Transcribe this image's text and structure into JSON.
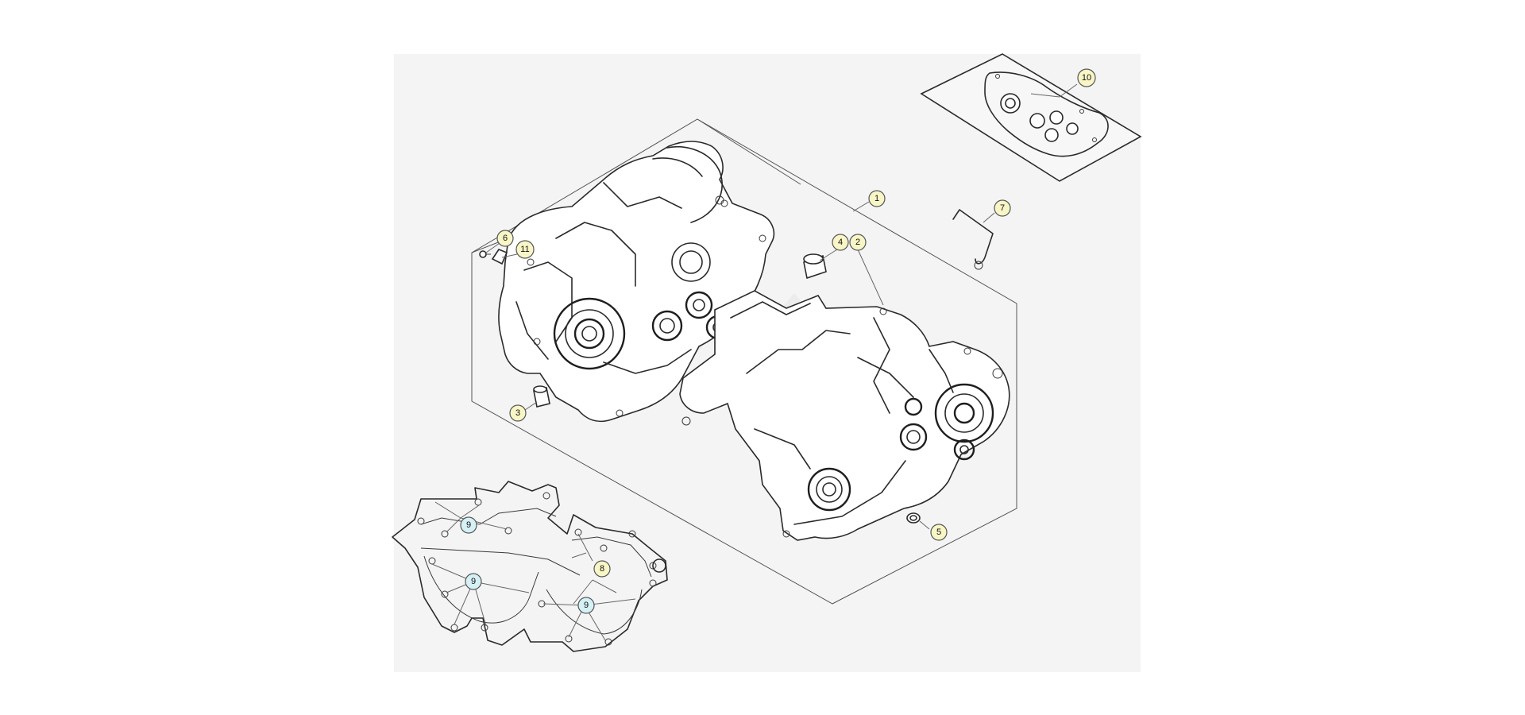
{
  "diagram": {
    "colors": {
      "background": "#ffffff",
      "panel": "#f4f4f4",
      "line": "#2a2a2a",
      "callout_yellow": "#f8f6c6",
      "callout_blue": "#d6f1f6",
      "callout_stroke": "#555555"
    },
    "callouts": [
      {
        "id": "c1",
        "label": "1",
        "variant": "yellow"
      },
      {
        "id": "c2",
        "label": "2",
        "variant": "yellow"
      },
      {
        "id": "c3",
        "label": "3",
        "variant": "yellow"
      },
      {
        "id": "c4",
        "label": "4",
        "variant": "yellow"
      },
      {
        "id": "c5",
        "label": "5",
        "variant": "yellow"
      },
      {
        "id": "c6",
        "label": "6",
        "variant": "yellow"
      },
      {
        "id": "c7",
        "label": "7",
        "variant": "yellow"
      },
      {
        "id": "c8",
        "label": "8",
        "variant": "yellow"
      },
      {
        "id": "c9a",
        "label": "9",
        "variant": "blue"
      },
      {
        "id": "c9b",
        "label": "9",
        "variant": "blue"
      },
      {
        "id": "c9c",
        "label": "9",
        "variant": "blue"
      },
      {
        "id": "c10",
        "label": "10",
        "variant": "yellow"
      },
      {
        "id": "c11",
        "label": "11",
        "variant": "yellow"
      }
    ]
  }
}
